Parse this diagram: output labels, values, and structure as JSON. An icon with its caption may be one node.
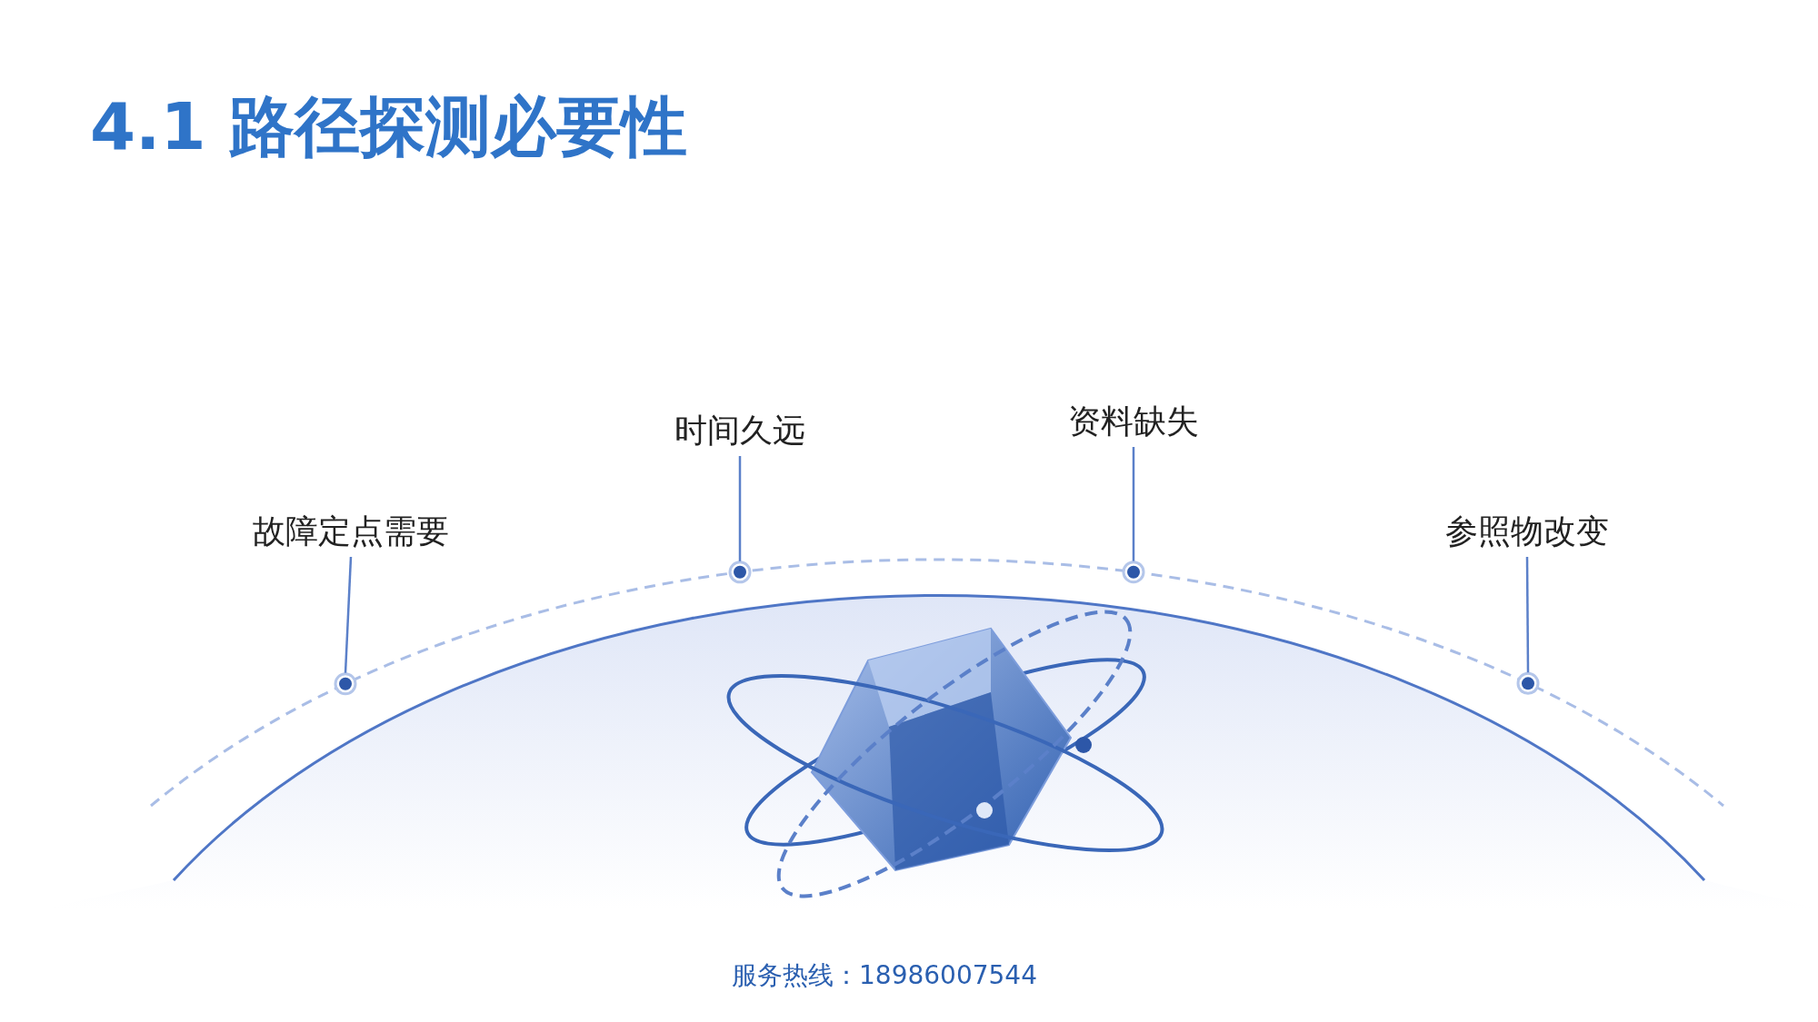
{
  "diagram": {
    "title": "4.1 路径探测必要性",
    "nodes": [
      {
        "text": [
          "故障定点需要"
        ]
      },
      {
        "text": [
          "时间久远"
        ]
      },
      {
        "text": [
          "资料缺失"
        ]
      },
      {
        "text": [
          "参照物改变"
        ]
      },
      {
        "text": [],
        "shape": "circle"
      },
      {
        "text": [],
        "shape": "circle"
      },
      {
        "text": [],
        "shape": "circle"
      },
      {
        "text": [],
        "shape": "circle"
      }
    ],
    "edges": [
      {
        "from": 0,
        "to": 4,
        "arrow": "none"
      },
      {
        "from": 1,
        "to": 5,
        "arrow": "none"
      },
      {
        "from": 2,
        "to": 6,
        "arrow": "none"
      },
      {
        "from": 3,
        "to": 7,
        "arrow": "none"
      }
    ],
    "labels": [
      "服务热线：18986007544"
    ]
  }
}
